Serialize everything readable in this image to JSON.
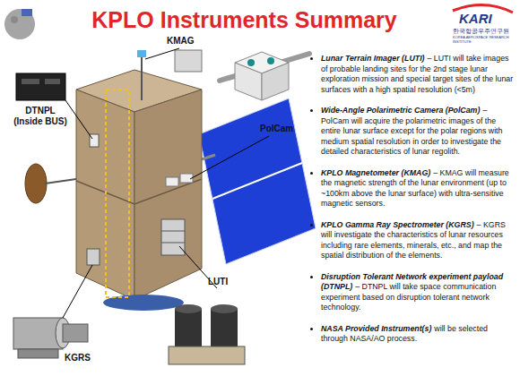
{
  "diagram": {
    "title": "KPLO Instruments Summary",
    "labels": [
      "KARI",
      "한국항공우주연구원",
      "KOREA AEROSPACE RESEARCH INSTITUTE",
      "KMAG",
      "DTNPL (Inside BUS)",
      "PolCam",
      "LUTI",
      "KGRS",
      "Lunar Terrain Imager (LUTI)",
      "– LUTI will take images of probable landing sites for the 2nd stage lunar exploration mission and special target sites of the lunar surfaces with a high spatial resolution (<5m)",
      "Wide-Angle Polarimetric Camera (PolCam)",
      "– PolCam will acquire the polarimetric images of the entire lunar surface except for the polar regions with medium spatial resolution in order to investigate the detailed characteristics of lunar regolith.",
      "KPLO Magnetometer (KMAG)",
      "– KMAG will measure the magnetic strength of the lunar environment (up to ~100km above the lunar surface) with ultra-sensitive magnetic sensors.",
      "KPLO Gamma Ray Spectrometer (KGRS)",
      "– KGRS will investigate the characteristics of lunar resources including rare elements, minerals, etc., and map the spatial distribution of the elements.",
      "Disruption Tolerant Network experiment payload (DTNPL)",
      "– DTNPL will take space communication experiment based on disruption tolerant network technology.",
      "NASA Provided Instrument(s)",
      "will be selected through NASA/AO process."
    ]
  }
}
